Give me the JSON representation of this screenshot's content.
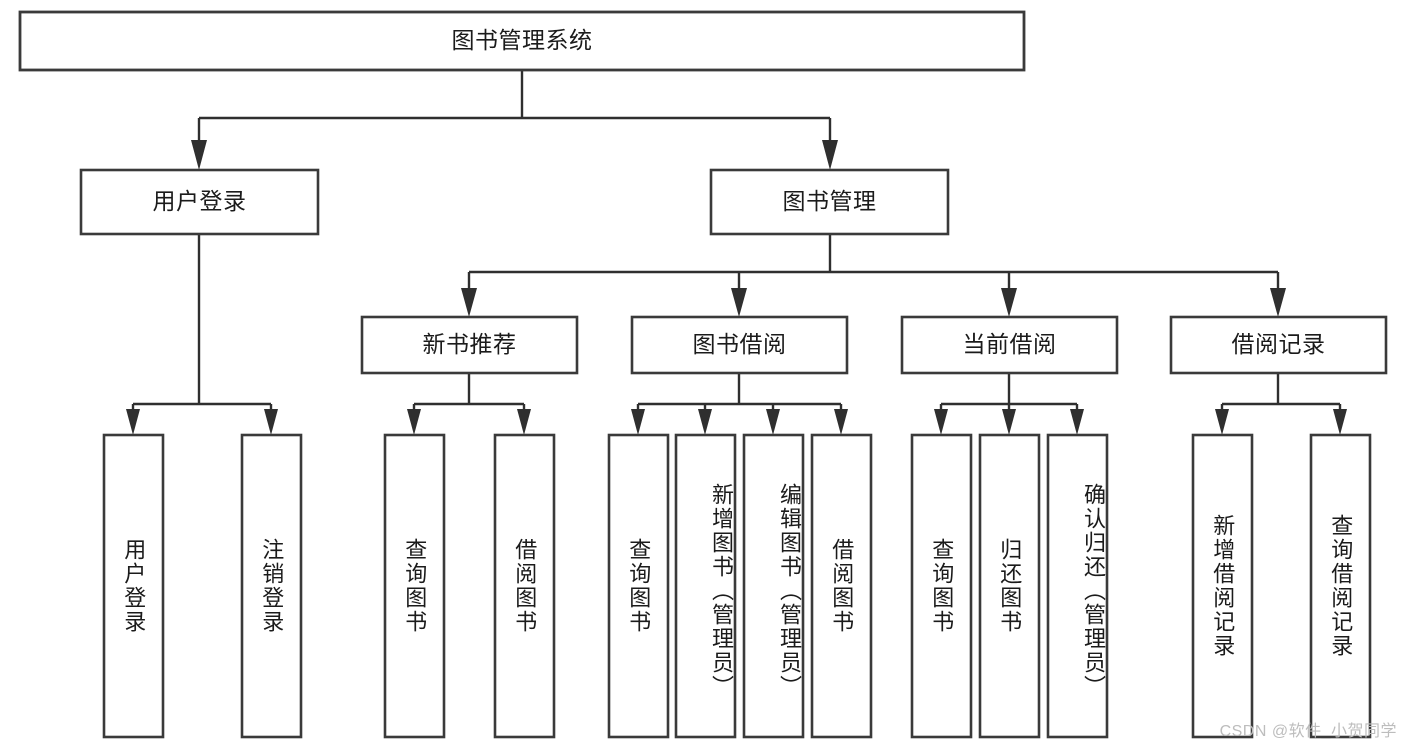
{
  "diagram": {
    "title": "图书管理系统",
    "watermark": "CSDN @软件_小贺同学",
    "colors": {
      "box_stroke": "#3a3a3a",
      "connector": "#2f2f2f",
      "background": "#ffffff",
      "text": "#1b1b1b",
      "watermark": "#bdbdbd"
    },
    "levels": {
      "root": "图书管理系统",
      "level2": [
        "用户登录",
        "图书管理"
      ],
      "level3": [
        "新书推荐",
        "图书借阅",
        "当前借阅",
        "借阅记录"
      ]
    },
    "nodes": {
      "root": {
        "label": "图书管理系统",
        "orientation": "horizontal"
      },
      "user_login": {
        "label": "用户登录",
        "orientation": "horizontal"
      },
      "book_manage": {
        "label": "图书管理",
        "orientation": "horizontal"
      },
      "new_book_recommend": {
        "label": "新书推荐",
        "orientation": "horizontal"
      },
      "book_borrow": {
        "label": "图书借阅",
        "orientation": "horizontal"
      },
      "current_borrow": {
        "label": "当前借阅",
        "orientation": "horizontal"
      },
      "borrow_record": {
        "label": "借阅记录",
        "orientation": "horizontal"
      },
      "leaf_user_login": {
        "label": "用户登录",
        "orientation": "vertical"
      },
      "leaf_logout": {
        "label": "注销登录",
        "orientation": "vertical"
      },
      "leaf_query_book_1": {
        "label": "查询图书",
        "orientation": "vertical"
      },
      "leaf_borrow_book_1": {
        "label": "借阅图书",
        "orientation": "vertical"
      },
      "leaf_query_book_2": {
        "label": "查询图书",
        "orientation": "vertical"
      },
      "leaf_add_book": {
        "label": "新增图书（管理员）",
        "orientation": "vertical"
      },
      "leaf_edit_book": {
        "label": "编辑图书（管理员）",
        "orientation": "vertical"
      },
      "leaf_borrow_book_2": {
        "label": "借阅图书",
        "orientation": "vertical"
      },
      "leaf_query_book_3": {
        "label": "查询图书",
        "orientation": "vertical"
      },
      "leaf_return_book": {
        "label": "归还图书",
        "orientation": "vertical"
      },
      "leaf_confirm_return": {
        "label": "确认归还（管理员）",
        "orientation": "vertical"
      },
      "leaf_add_record": {
        "label": "新增借阅记录",
        "orientation": "vertical"
      },
      "leaf_query_record": {
        "label": "查询借阅记录",
        "orientation": "vertical"
      }
    },
    "edges": [
      {
        "from": "root",
        "to": "user_login"
      },
      {
        "from": "root",
        "to": "book_manage"
      },
      {
        "from": "user_login",
        "to": "leaf_user_login"
      },
      {
        "from": "user_login",
        "to": "leaf_logout"
      },
      {
        "from": "book_manage",
        "to": "new_book_recommend"
      },
      {
        "from": "book_manage",
        "to": "book_borrow"
      },
      {
        "from": "book_manage",
        "to": "current_borrow"
      },
      {
        "from": "book_manage",
        "to": "borrow_record"
      },
      {
        "from": "new_book_recommend",
        "to": "leaf_query_book_1"
      },
      {
        "from": "new_book_recommend",
        "to": "leaf_borrow_book_1"
      },
      {
        "from": "book_borrow",
        "to": "leaf_query_book_2"
      },
      {
        "from": "book_borrow",
        "to": "leaf_add_book"
      },
      {
        "from": "book_borrow",
        "to": "leaf_edit_book"
      },
      {
        "from": "book_borrow",
        "to": "leaf_borrow_book_2"
      },
      {
        "from": "current_borrow",
        "to": "leaf_query_book_3"
      },
      {
        "from": "current_borrow",
        "to": "leaf_return_book"
      },
      {
        "from": "current_borrow",
        "to": "leaf_confirm_return"
      },
      {
        "from": "borrow_record",
        "to": "leaf_add_record"
      },
      {
        "from": "borrow_record",
        "to": "leaf_query_record"
      }
    ]
  }
}
